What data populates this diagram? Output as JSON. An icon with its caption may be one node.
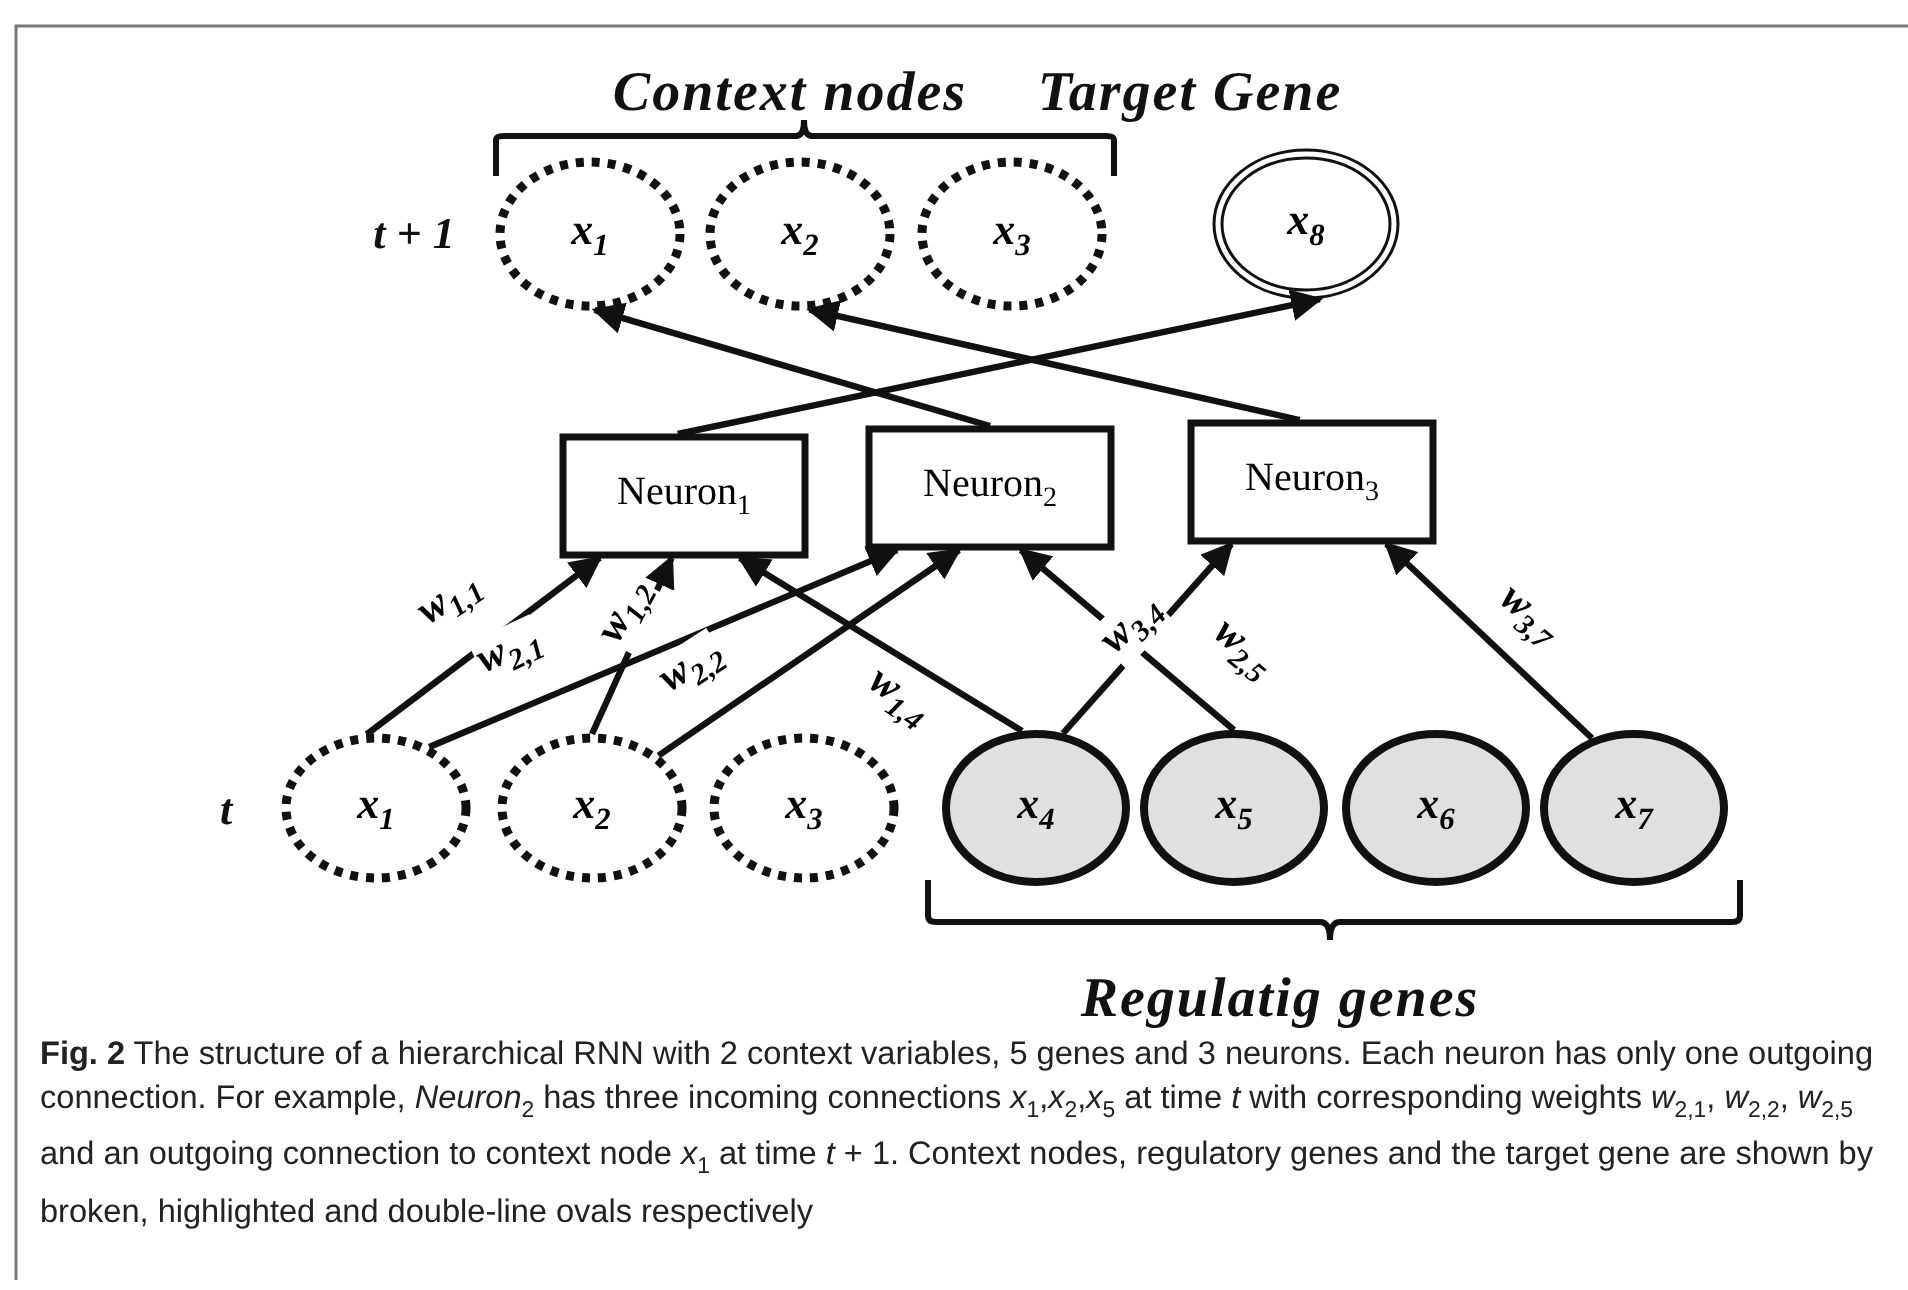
{
  "diagram": {
    "caption": "**Fig. 2**  The structure of a hierarchical RNN with 2 context variables, 5 genes and 3 neurons. Each neuron has only one outgoing connection. For example, *Neuron*$_{2}$ has three incoming connections *x*$_{1}$,*x*$_{2}$,*x*$_{5}$ at time *t* with corresponding weights *w*$_{2,1}$, *w*$_{2,2}$, *w*$_{2,5}$ and an outgoing connection to context node *x*$_{1}$ at time *t* + 1. Context nodes, regulatory genes and the target gene are shown by broken, highlighted and double-line ovals respectively",
    "nodes": [
      {
        "text": [
          "x$_{1}$"
        ]
      },
      {
        "text": [
          "x$_{2}$"
        ]
      },
      {
        "text": [
          "x$_{3}$"
        ]
      },
      {
        "text": [
          "x$_{8}$"
        ]
      },
      {
        "text": [
          "Neuron$_{1}$"
        ]
      },
      {
        "text": [
          "Neuron$_{2}$"
        ]
      },
      {
        "text": [
          "Neuron$_{3}$"
        ]
      },
      {
        "text": [
          "x$_{1}$"
        ]
      },
      {
        "text": [
          "x$_{2}$"
        ]
      },
      {
        "text": [
          "x$_{3}$"
        ]
      },
      {
        "text": [
          "x$_{4}$"
        ]
      },
      {
        "text": [
          "x$_{5}$"
        ]
      },
      {
        "text": [
          "x$_{6}$"
        ]
      },
      {
        "text": [
          "x$_{7}$"
        ]
      }
    ],
    "edges": [
      {
        "from": 4,
        "to": 3,
        "arrow": "to"
      },
      {
        "from": 5,
        "to": 0,
        "arrow": "to"
      },
      {
        "from": 6,
        "to": 1,
        "arrow": "to"
      },
      {
        "from": 7,
        "to": 4,
        "arrow": "to",
        "label": "w$_{1,1}$"
      },
      {
        "from": 7,
        "to": 5,
        "arrow": "to",
        "label": "w$_{2,1}$"
      },
      {
        "from": 8,
        "to": 4,
        "arrow": "to",
        "label": "w$_{1,2}$"
      },
      {
        "from": 8,
        "to": 5,
        "arrow": "to",
        "label": "w$_{2,2}$"
      },
      {
        "from": 10,
        "to": 4,
        "arrow": "to",
        "label": "w$_{1,4}$"
      },
      {
        "from": 10,
        "to": 6,
        "arrow": "to",
        "label": "w$_{3,4}$"
      },
      {
        "from": 11,
        "to": 5,
        "arrow": "to",
        "label": "w$_{2,5}$"
      },
      {
        "from": 13,
        "to": 6,
        "arrow": "to",
        "label": "w$_{3,7}$"
      }
    ],
    "labels": [
      "Context nodes",
      "Target Gene",
      "t + 1",
      "t",
      "Regulatig genes"
    ]
  }
}
